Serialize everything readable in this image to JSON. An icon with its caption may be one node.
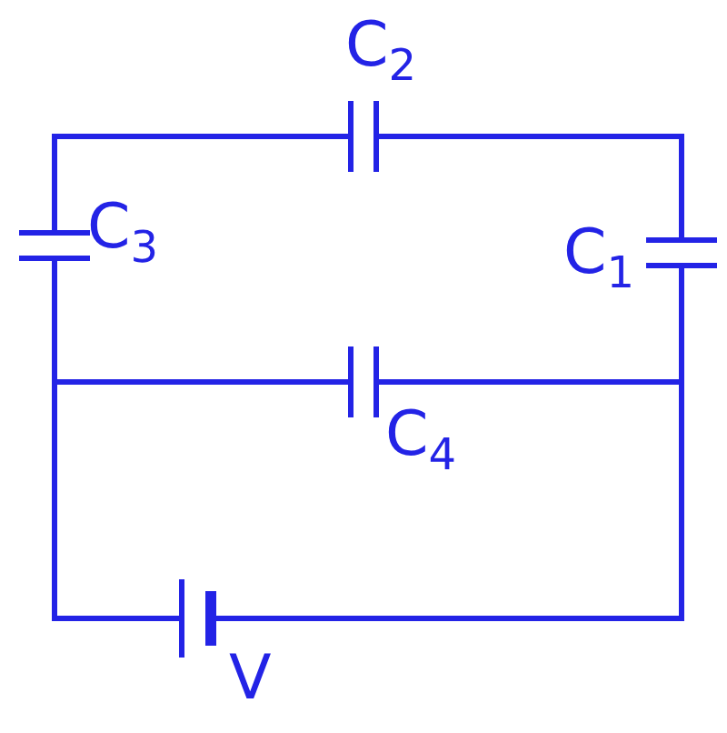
{
  "diagram": {
    "labels": [
      "C$_{2}$",
      "C$_{3}$",
      "C$_{1}$",
      "C$_{4}$",
      "V"
    ]
  }
}
